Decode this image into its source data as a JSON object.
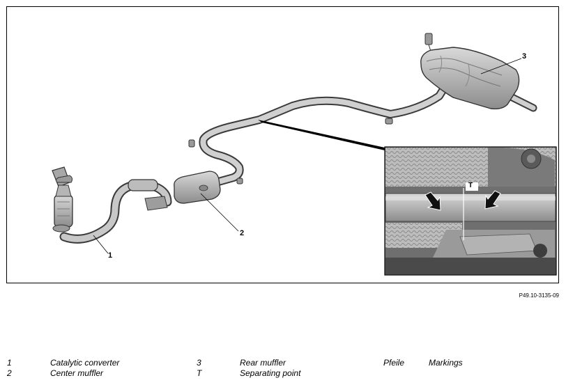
{
  "figure": {
    "callouts": {
      "c1": "1",
      "c2": "2",
      "c3": "3",
      "ct": "T"
    },
    "reference": "P49.10-3135-09",
    "icons": [
      "catalytic-converter-icon",
      "center-muffler-icon",
      "rear-muffler-icon",
      "marking-arrow-icon"
    ]
  },
  "legend": {
    "rows": [
      {
        "key1": "1",
        "val1": "Catalytic converter",
        "key2": "3",
        "val2": "Rear muffler",
        "key3": "Pfeile",
        "val3": "Markings"
      },
      {
        "key1": "2",
        "val1": "Center muffler",
        "key2": "T",
        "val2": "Separating point"
      }
    ]
  }
}
